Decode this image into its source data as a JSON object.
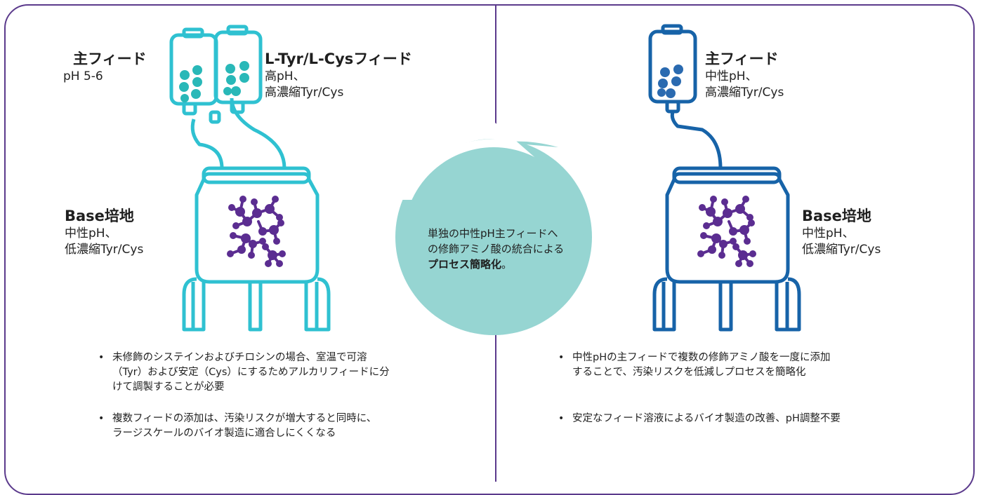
{
  "colors": {
    "frame": "#5b3a8c",
    "teal": "#2fc1d1",
    "teal_dots": "#29b8b8",
    "blue": "#1763a8",
    "blue_dots": "#2a6ab0",
    "purple": "#5b2d91",
    "arrow": "#96d5d2"
  },
  "left": {
    "main_feed": {
      "title": "主フィード",
      "sub": "pH 5-6"
    },
    "cys_feed": {
      "title": "L-Tyr/L-Cysフィード",
      "line1": "高pH、",
      "line2": "高濃縮Tyr/Cys"
    },
    "base": {
      "title": "Base培地",
      "line1": "中性pH、",
      "line2": "低濃縮Tyr/Cys"
    },
    "bullets": [
      "未修飾のシステインおよびチロシンの場合、室温で可溶\n（Tyr）および安定（Cys）にするためアルカリフィードに分\nけて調製することが必要",
      "複数フィードの添加は、汚染リスクが増大すると同時に、\nラージスケールのバイオ製造に適合しにくくなる"
    ]
  },
  "center": {
    "text_normal": "単独の中性pH主フィードへの修飾アミノ酸の統合による",
    "text_bold": "プロセス簡略化",
    "text_end": "。"
  },
  "right": {
    "main_feed": {
      "title": "主フィード",
      "line1": "中性pH、",
      "line2": "高濃縮Tyr/Cys"
    },
    "base": {
      "title": "Base培地",
      "line1": "中性pH、",
      "line2": "低濃縮Tyr/Cys"
    },
    "bullets": [
      "中性pHの主フィードで複数の修飾アミノ酸を一度に添加\nすることで、汚染リスクを低減しプロセスを簡略化",
      "安定なフィード溶液によるバイオ製造の改善、pH調整不要"
    ]
  },
  "bullet_glyph": "•"
}
